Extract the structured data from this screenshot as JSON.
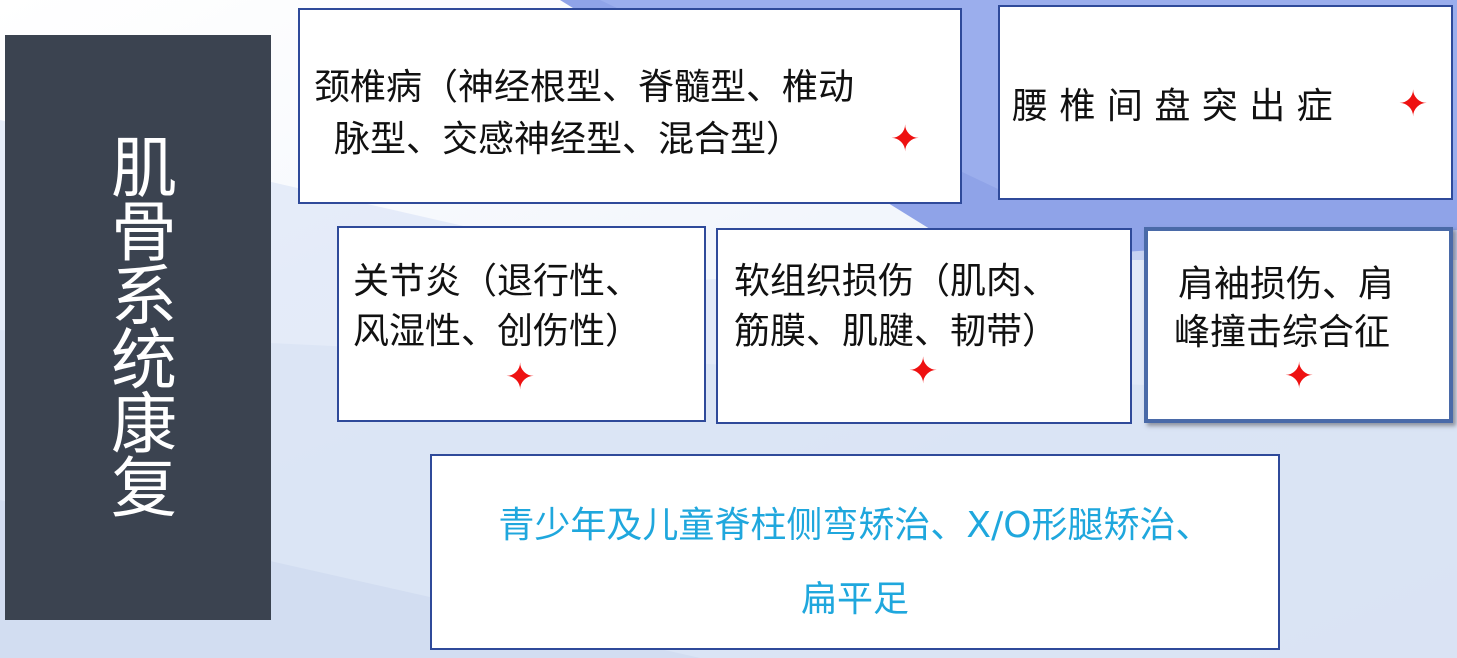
{
  "side_title": "肌骨系统康复",
  "star_glyph": "✦",
  "colors": {
    "side_panel": "#3b4350",
    "box_border": "#2f4a9a",
    "star": "#ee1111",
    "youth_text": "#1fa7dd"
  },
  "boxes": {
    "cervical": {
      "line1": "颈椎病（神经根型、脊髓型、椎动",
      "line2": "脉型、交感神经型、混合型）"
    },
    "lumbar": {
      "line1": "腰 椎 间 盘 突 出 症"
    },
    "arthritis": {
      "line1": "关节炎（退行性、",
      "line2": "风湿性、创伤性）"
    },
    "soft_tissue": {
      "line1": "软组织损伤（肌肉、",
      "line2": "筋膜、肌腱、韧带）"
    },
    "shoulder": {
      "line1": "肩袖损伤、肩",
      "line2": "峰撞击综合征"
    },
    "youth": {
      "line1": "青少年及儿童脊柱侧弯矫治、X/O形腿矫治、",
      "line2": "扁平足"
    }
  }
}
